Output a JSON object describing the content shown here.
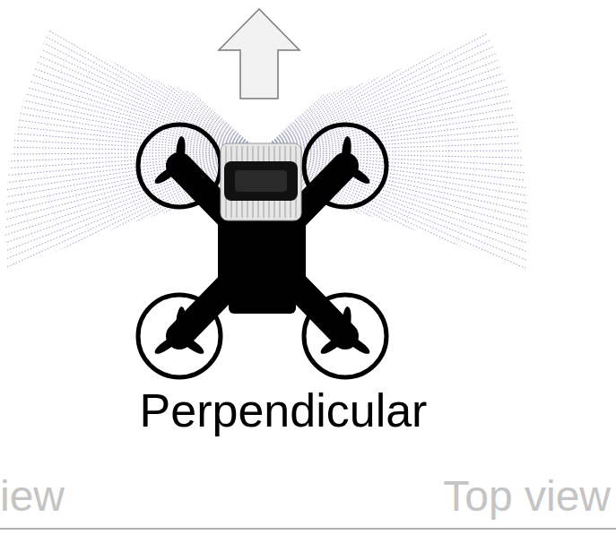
{
  "diagram": {
    "labels": [
      "Perpendicular",
      "iew",
      "Top view"
    ]
  }
}
